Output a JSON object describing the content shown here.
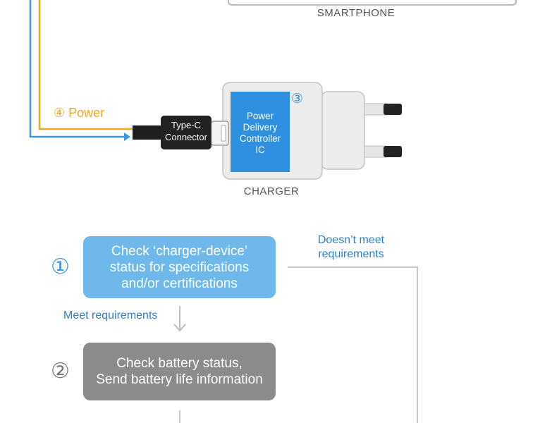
{
  "smartphone_label": "SMARTPHONE",
  "charger_label": "CHARGER",
  "power_label": "④ Power",
  "typec_label": "Type-C\nConnector",
  "pd_controller_label": "Power\nDelivery\nController\nIC",
  "pd_controller_step": "③",
  "steps": [
    {
      "number": "①",
      "text": "Check ‘charger-device’\nstatus for specifications\nand/or certifications"
    },
    {
      "number": "②",
      "text": "Check battery status,\nSend battery life information"
    }
  ],
  "meet_label": "Meet requirements",
  "dont_meet_label": "Doesn’t meet\nrequirements",
  "colors": {
    "power_line": "#f2a81e",
    "data_line": "#3b95e3",
    "step1_fill": "#6fb8ec",
    "step2_fill": "#8b8b8b",
    "pd_ic_fill": "#2f8fe0",
    "label_blue": "#2e7fce"
  }
}
